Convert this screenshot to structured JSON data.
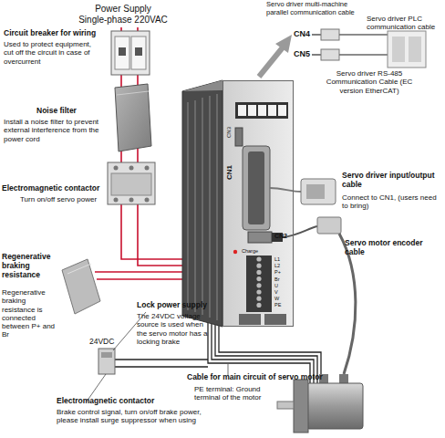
{
  "diagram": {
    "nodes": [
      {
        "text": [
          "CN3",
          "CN1",
          "CN2",
          "Charge",
          "L1",
          "L2",
          "P+",
          "Br",
          "U",
          "V",
          "W",
          "PE"
        ]
      }
    ],
    "labels": [
      "Power Supply",
      "Single-phase 220VAC",
      "Circuit breaker for wiring",
      "Used to protect equipment, cut off the circuit in case of overcurrent",
      "Noise filter",
      "Install a noise filter to prevent external interference from the power cord",
      "Electromagnetic contactor",
      "Turn on/off servo power",
      "Regenerative braking resistance",
      "Regenerative braking resistance is connected between P+ and Br",
      "24VDC",
      "Lock power supply",
      "The 24VDC voltage source is used when the servo motor has a locking brake",
      "Electromagnetic contactor",
      "Brake control signal, turn on/off brake power, please install surge suppressor when using",
      "Cable for main circuit of servo motor",
      "PE terminal: Ground terminal of the motor",
      "Servo driver multi-machine parallel communication cable",
      "CN4",
      "CN5",
      "Servo driver PLC communication cable",
      "Servo driver RS-485 Communication Cable (EC version EtherCAT)",
      "Servo driver input/output cable",
      "Connect to CN1, (users need to bring)",
      "Servo motor encoder cable"
    ]
  }
}
